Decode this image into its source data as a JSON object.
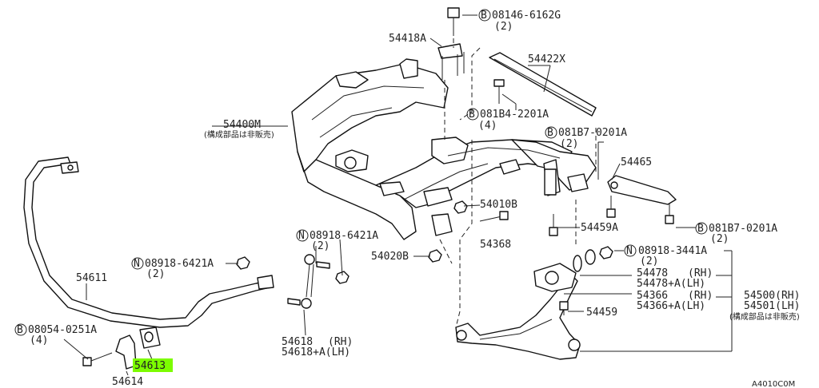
{
  "callouts": {
    "c_08146_6162G": "08146-6162G",
    "c_08146_6162G_qty": "(2)",
    "c_54418A": "54418A",
    "c_54422X": "54422X",
    "c_081B4_2201A": "081B4-2201A",
    "c_081B4_2201A_qty": "(4)",
    "c_54400M": "54400M",
    "c_54400M_note": "(構成部品は非販売)",
    "c_081B7_0201A_top": "081B7-0201A",
    "c_081B7_0201A_top_qty": "(2)",
    "c_54465": "54465",
    "c_54010B": "54010B",
    "c_54459A": "54459A",
    "c_081B7_0201A_right": "081B7-0201A",
    "c_081B7_0201A_right_qty": "(2)",
    "c_08918_6421A_mid": "08918-6421A",
    "c_08918_6421A_mid_qty": "(2)",
    "c_54368": "54368",
    "c_54020B": "54020B",
    "c_08918_3441A": "08918-3441A",
    "c_08918_3441A_qty": "(2)",
    "c_08918_6421A_left": "08918-6421A",
    "c_08918_6421A_left_qty": "(2)",
    "c_54611": "54611",
    "c_54478": "54478",
    "c_54478_rh": "(RH)",
    "c_54478A": "54478+A(LH)",
    "c_54366": "54366",
    "c_54366_rh": "(RH)",
    "c_54366A": "54366+A(LH)",
    "c_54500": "54500(RH)",
    "c_54501": "54501(LH)",
    "c_54500_note": "(構成部品は非販売)",
    "c_54459": "54459",
    "c_08054_0251A": "08054-0251A",
    "c_08054_0251A_qty": "(4)",
    "c_54618": "54618",
    "c_54618_rh": "(RH)",
    "c_54618A": "54618+A(LH)",
    "c_54613": "54613",
    "c_54614": "54614",
    "c_ref": "A4010C0M"
  },
  "markers": {
    "bolt": "B",
    "nut": "N"
  },
  "colors": {
    "highlight": "#7CFC00",
    "line": "#222222"
  }
}
